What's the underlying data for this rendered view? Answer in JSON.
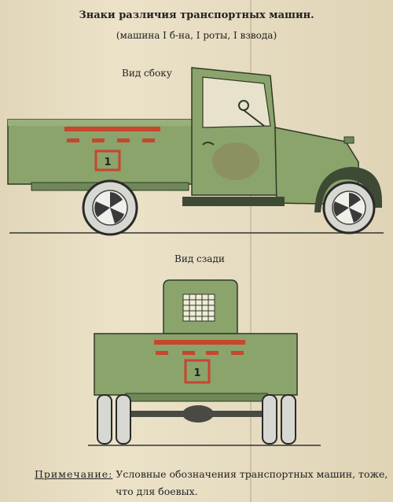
{
  "title": "Знаки различия транспортных машин.",
  "subtitle": "(машина I б-на, I роты,   I взвода)",
  "labels": {
    "side_view": "Вид сбоку",
    "rear_view": "Вид сзади"
  },
  "insignia": {
    "number": "1"
  },
  "note": {
    "heading": "Примечание:",
    "line1": " Условные обозначения транспортных машин, тоже,",
    "line2": "что для боевых."
  },
  "colors": {
    "truck_green": "#8aa46c",
    "truck_dark": "#3e4a34",
    "insignia_red": "#c8452e",
    "tire": "#d8d8d2"
  }
}
